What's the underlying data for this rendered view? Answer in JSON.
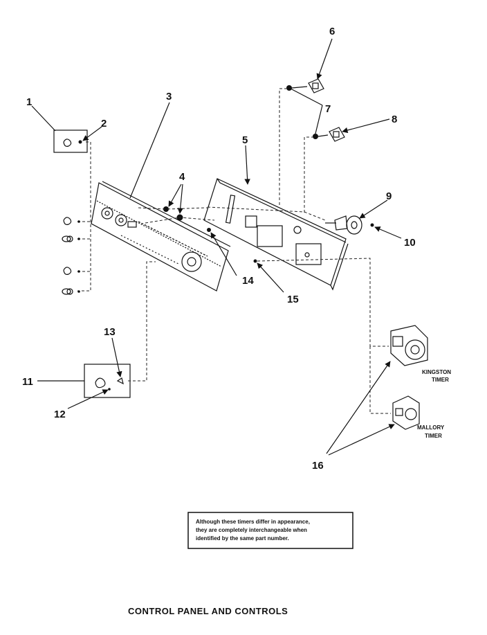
{
  "callouts": {
    "c1": "1",
    "c2": "2",
    "c3": "3",
    "c4": "4",
    "c5": "5",
    "c6": "6",
    "c7": "7",
    "c8": "8",
    "c9": "9",
    "c10": "10",
    "c11": "11",
    "c12": "12",
    "c13": "13",
    "c14": "14",
    "c15": "15",
    "c16": "16"
  },
  "timers": {
    "kingston_line1": "KINGSTON",
    "kingston_line2": "TIMER",
    "mallory_line1": "MALLORY",
    "mallory_line2": "TIMER"
  },
  "note": {
    "line1": "Although these timers differ in appearance,",
    "line2": "they are completely interchangeable when",
    "line3": "identified by the same part number."
  },
  "title": "CONTROL PANEL AND CONTROLS"
}
